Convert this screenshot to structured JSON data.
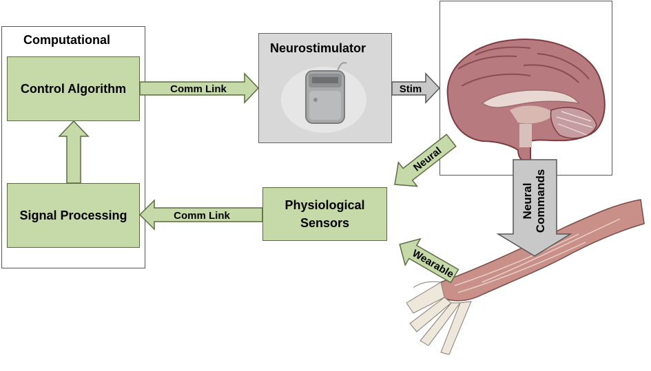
{
  "computational": {
    "title": "Computational"
  },
  "control_algorithm": {
    "label": "Control Algorithm"
  },
  "signal_processing": {
    "label": "Signal Processing"
  },
  "neurostimulator": {
    "title": "Neurostimulator"
  },
  "physiological_sensors": {
    "line1": "Physiological",
    "line2": "Sensors"
  },
  "arrows": {
    "comm_link_top": "Comm Link",
    "comm_link_bottom": "Comm Link",
    "stim": "Stim",
    "neural": "Neural",
    "neural_commands_line1": "Neural",
    "neural_commands_line2": "Commands",
    "wearable": "Wearable"
  },
  "colors": {
    "box_green": "#c6d9a8",
    "arrow_green": "#c6d9a8",
    "arrow_gray": "#c8c8c8"
  }
}
